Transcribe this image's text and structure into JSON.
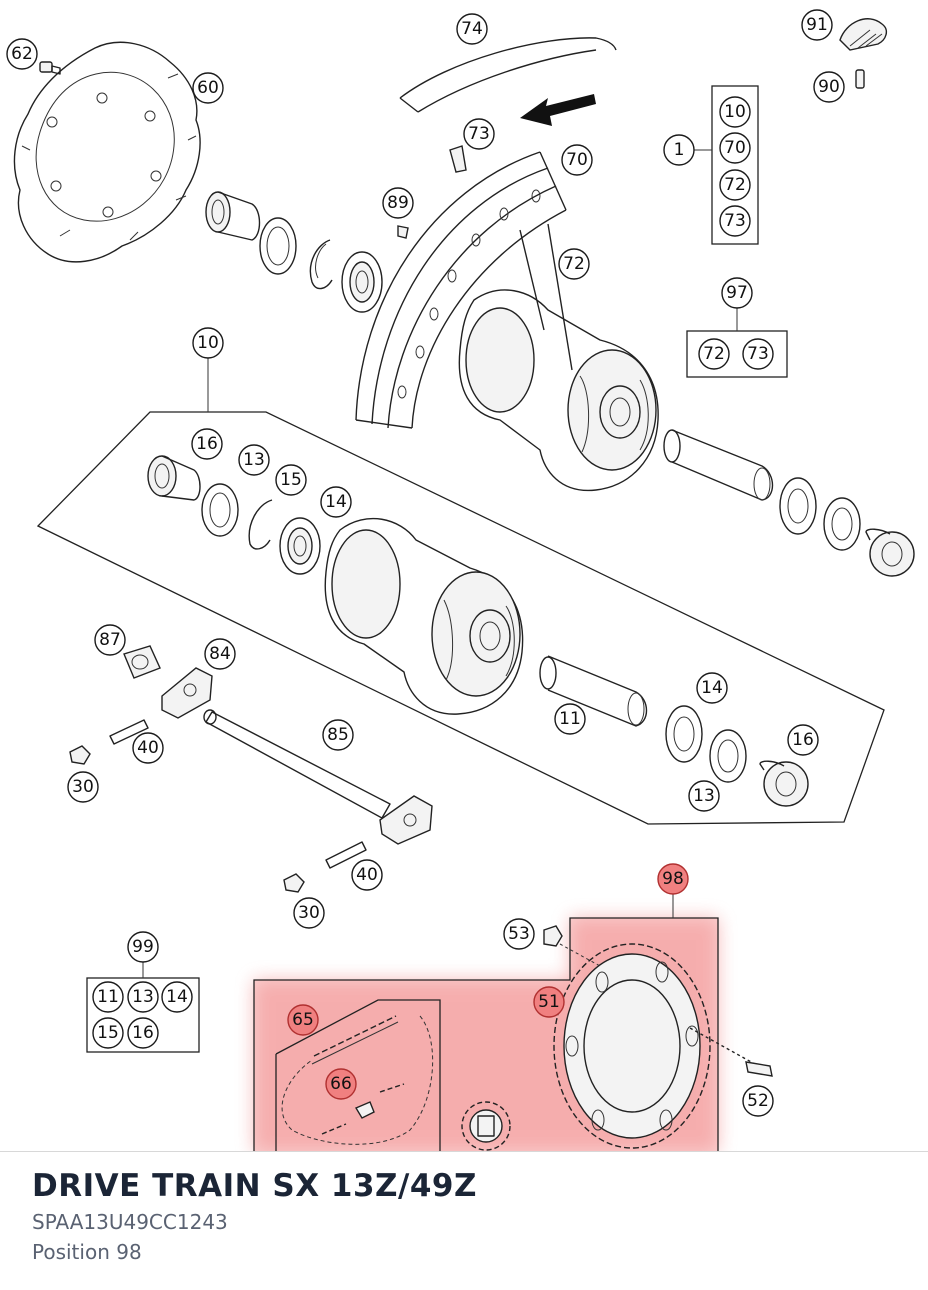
{
  "diagram": {
    "labels": {
      "l62": "62",
      "l60": "60",
      "l74": "74",
      "l91": "91",
      "l90": "90",
      "l73a": "73",
      "l70a": "70",
      "l89": "89",
      "l72a": "72",
      "l1": "1",
      "g1_10": "10",
      "g1_70": "70",
      "g1_72": "72",
      "g1_73": "73",
      "l97": "97",
      "g97_72": "72",
      "g97_73": "73",
      "l10": "10",
      "l16a": "16",
      "l13a": "13",
      "l15": "15",
      "l14a": "14",
      "l87": "87",
      "l84": "84",
      "l40a": "40",
      "l30a": "30",
      "l85": "85",
      "l11": "11",
      "l14b": "14",
      "l16b": "16",
      "l13b": "13",
      "l40b": "40",
      "l30b": "30",
      "l98": "98",
      "l53": "53",
      "l51": "51",
      "l52": "52",
      "l65": "65",
      "l66": "66",
      "l99": "99",
      "g99_11": "11",
      "g99_13": "13",
      "g99_14": "14",
      "g99_15": "15",
      "g99_16": "16"
    },
    "highlight_color": "#f08080"
  },
  "footer": {
    "title": "DRIVE TRAIN SX 13Z/49Z",
    "part_number": "SPAA13U49CC1243",
    "position": "Position 98"
  }
}
